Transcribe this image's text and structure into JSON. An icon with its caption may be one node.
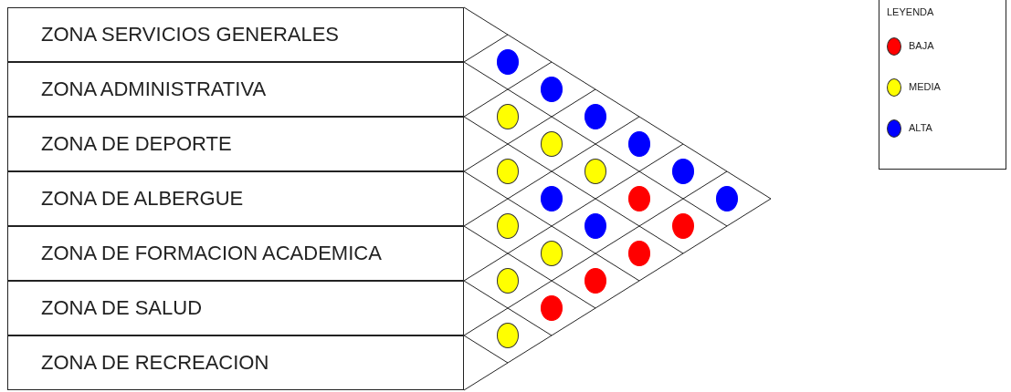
{
  "diagram": {
    "nodes": [
      {
        "text": [
          "ZONA SERVICIOS GENERALES"
        ]
      },
      {
        "text": [
          "ZONA ADMINISTRATIVA"
        ]
      },
      {
        "text": [
          "ZONA DE DEPORTE"
        ]
      },
      {
        "text": [
          "ZONA DE ALBERGUE"
        ]
      },
      {
        "text": [
          "ZONA DE FORMACION ACADEMICA"
        ]
      },
      {
        "text": [
          "ZONA DE SALUD"
        ]
      },
      {
        "text": [
          "ZONA DE RECREACION"
        ]
      },
      {
        "text": [],
        "shape": "circle"
      },
      {
        "text": [],
        "shape": "circle"
      },
      {
        "text": [],
        "shape": "circle"
      },
      {
        "text": [],
        "shape": "circle"
      },
      {
        "text": [],
        "shape": "circle"
      },
      {
        "text": [],
        "shape": "circle"
      },
      {
        "text": [],
        "shape": "circle"
      },
      {
        "text": [],
        "shape": "circle"
      },
      {
        "text": [],
        "shape": "circle"
      },
      {
        "text": [],
        "shape": "circle"
      },
      {
        "text": [],
        "shape": "circle"
      },
      {
        "text": [],
        "shape": "circle"
      },
      {
        "text": [],
        "shape": "circle"
      },
      {
        "text": [],
        "shape": "circle"
      },
      {
        "text": [],
        "shape": "circle"
      },
      {
        "text": [],
        "shape": "circle"
      },
      {
        "text": [],
        "shape": "circle"
      },
      {
        "text": [],
        "shape": "circle"
      },
      {
        "text": [],
        "shape": "circle"
      },
      {
        "text": [],
        "shape": "circle"
      },
      {
        "text": [],
        "shape": "circle"
      }
    ],
    "labels": [
      "LEYENDA"
    ],
    "legend": [
      {
        "text": "BAJA",
        "color": "#ff0000"
      },
      {
        "text": "MEDIA",
        "color": "#ffff00"
      },
      {
        "text": "ALTA",
        "color": "#0000ff"
      }
    ]
  }
}
